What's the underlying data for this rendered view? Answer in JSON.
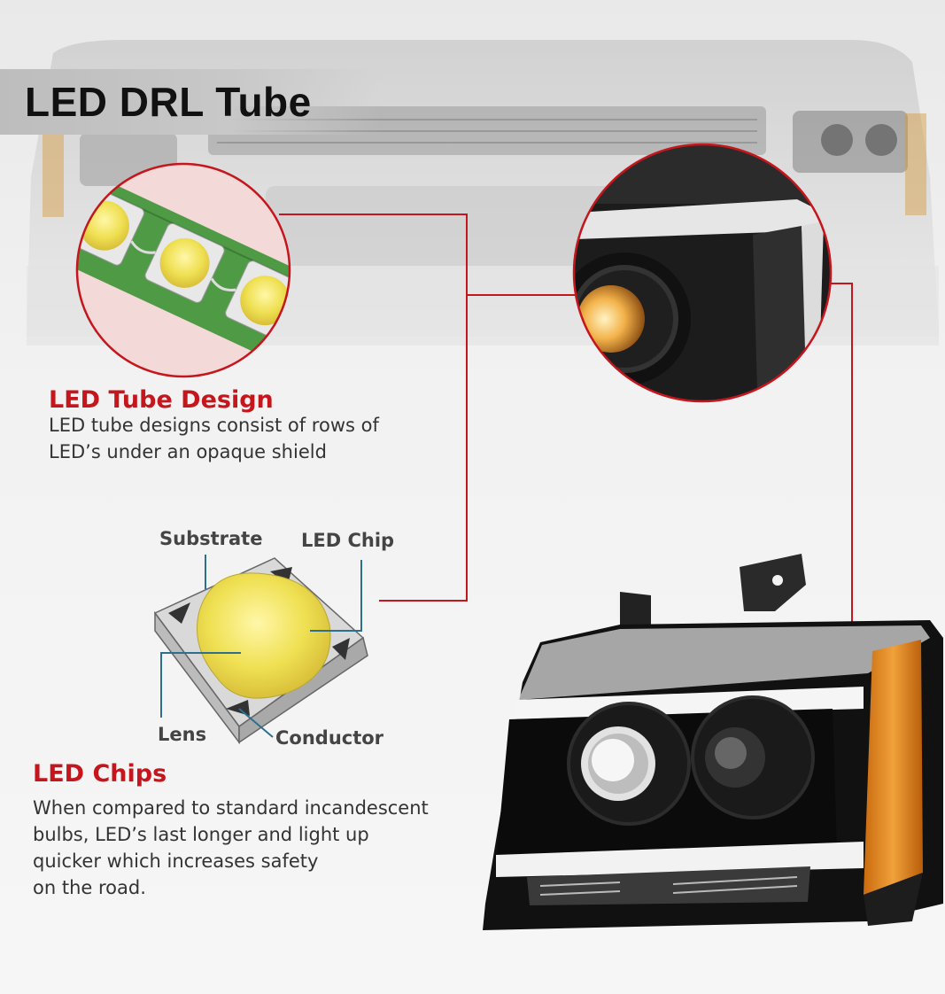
{
  "title": "LED DRL Tube",
  "tube_section": {
    "heading": "LED Tube Design",
    "lines": [
      "LED tube designs consist of rows of",
      "LED’s under an opaque shield"
    ]
  },
  "chip_diagram": {
    "labels": {
      "substrate": "Substrate",
      "led_chip": "LED Chip",
      "lens": "Lens",
      "conductor": "Conductor"
    }
  },
  "chips_section": {
    "heading": "LED Chips",
    "lines": [
      "When compared to standard incandescent",
      "bulbs, LED’s last longer and light up",
      "quicker which increases safety",
      "on the road."
    ]
  },
  "colors": {
    "accent_red": "#c4161c",
    "led_yellow": "#f1e35c",
    "pcb_green": "#4f9a45",
    "amber": "#e38a1c",
    "callout_line": "#c4161c",
    "chip_line": "#2d6f8c"
  }
}
